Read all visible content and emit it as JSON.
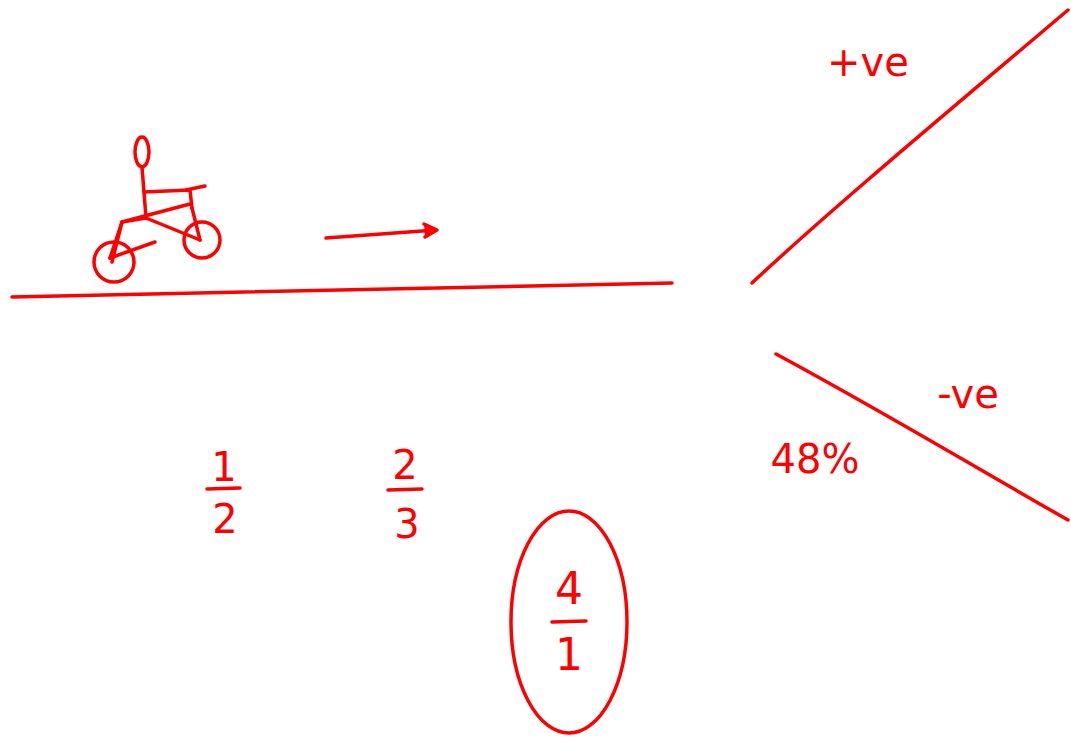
{
  "diagram": {
    "nodes": [
      {
        "text": [
          "4",
          "1"
        ]
      }
    ],
    "labels": [
      "+ve",
      "-ve",
      "48%",
      "1",
      "2",
      "2",
      "3"
    ]
  }
}
